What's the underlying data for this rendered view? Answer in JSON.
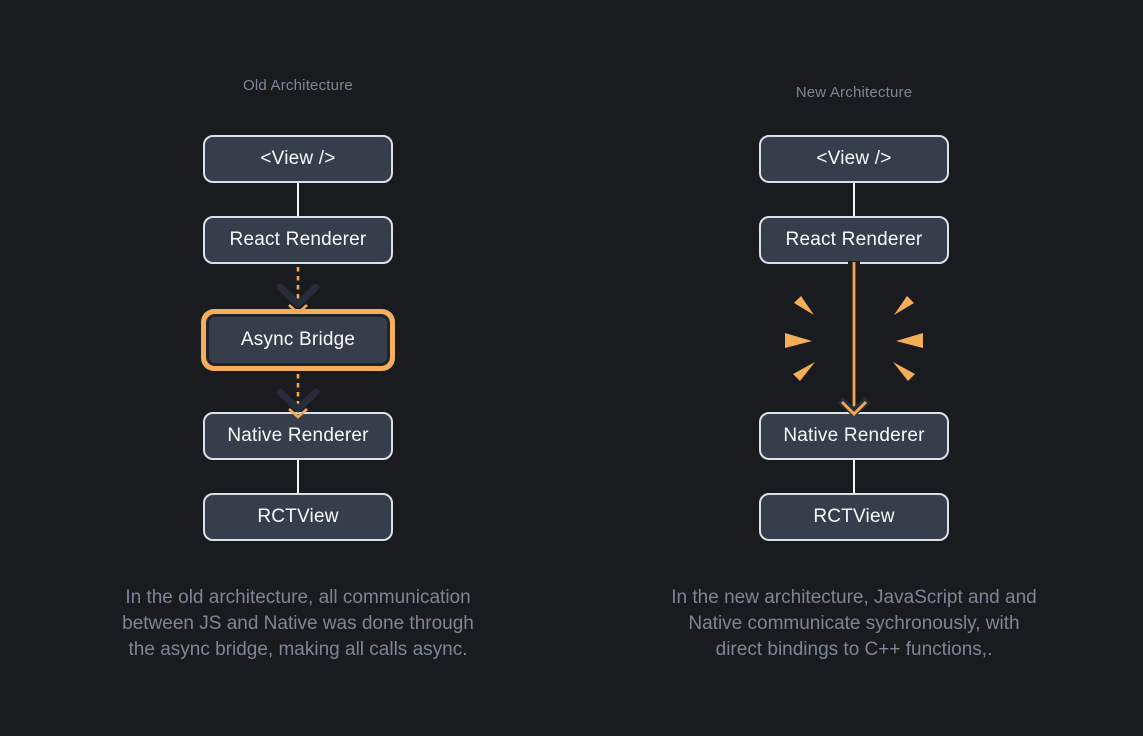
{
  "diagram": {
    "background": "#1a1b1e",
    "colors": {
      "box_fill": "#373e4b",
      "box_border": "#dde0e6",
      "box_text": "#f8f9fa",
      "muted_text": "#7d8697",
      "accent_orange": "#f3a952",
      "highlight_border_orange": "#f5ae5d",
      "arrowhead_dark": "#262c3a"
    },
    "old": {
      "title": "Old Architecture",
      "nodes": {
        "view": "<View />",
        "react_renderer": "React Renderer",
        "async_bridge": "Async Bridge",
        "native_renderer": "Native Renderer",
        "rctview": "RCTView"
      },
      "caption": "In the old architecture, all communication\nbetween JS and Native was done through\nthe async bridge, making all calls async."
    },
    "new": {
      "title": "New Architecture",
      "nodes": {
        "view": "<View />",
        "react_renderer": "React Renderer",
        "native_renderer": "Native Renderer",
        "rctview": "RCTView"
      },
      "caption": "In the new architecture, JavaScript and and\nNative communicate sychronously, with\ndirect bindings to C++ functions,."
    }
  }
}
